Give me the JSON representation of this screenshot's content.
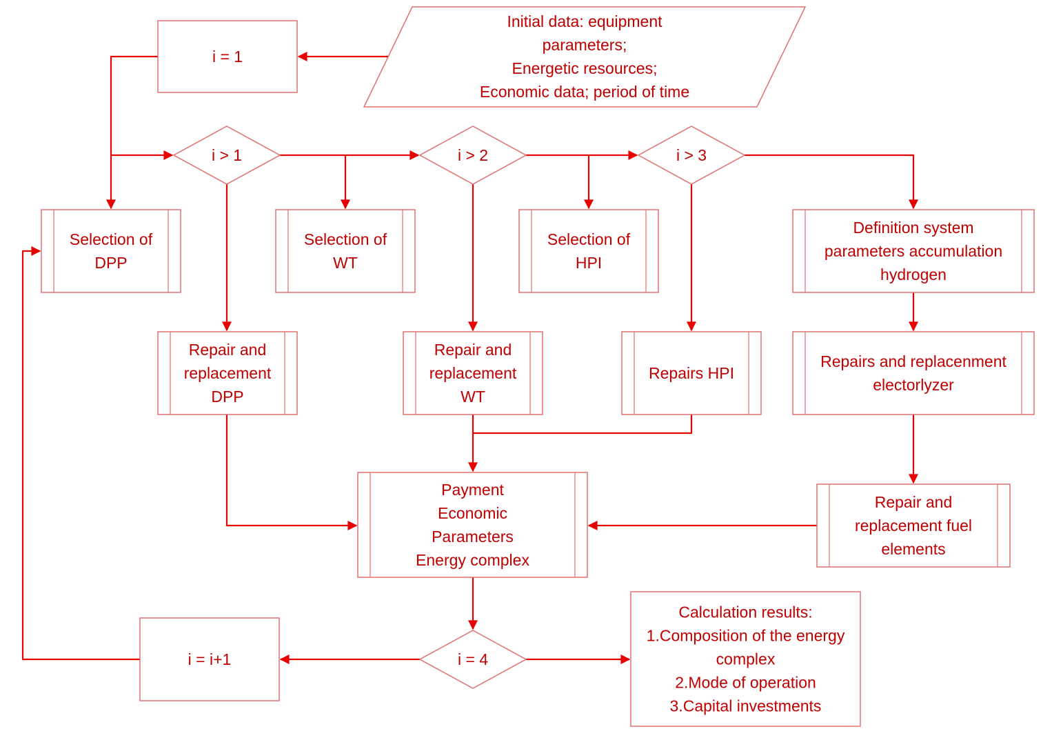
{
  "colors": {
    "shape_stroke": "#e07070",
    "arrow": "#e60000",
    "text": "#c00000",
    "background": "#ffffff"
  },
  "nodes": {
    "input": {
      "lines": [
        "Initial data: equipment",
        "parameters;",
        "Energetic resources;",
        "Economic data; period of time"
      ]
    },
    "init": {
      "lines": [
        "i = 1"
      ]
    },
    "d1": {
      "lines": [
        "i > 1"
      ]
    },
    "d2": {
      "lines": [
        "i > 2"
      ]
    },
    "d3": {
      "lines": [
        "i > 3"
      ]
    },
    "s_dpp": {
      "lines": [
        "Selection of",
        "DPP"
      ]
    },
    "s_wt": {
      "lines": [
        "Selection of",
        "WT"
      ]
    },
    "s_hpi": {
      "lines": [
        "Selection of",
        "HPI"
      ]
    },
    "def_h": {
      "lines": [
        "Definition system",
        "parameters accumulation",
        "hydrogen"
      ]
    },
    "r_dpp": {
      "lines": [
        "Repair and",
        "replacement",
        "DPP"
      ]
    },
    "r_wt": {
      "lines": [
        "Repair and",
        "replacement",
        "WT"
      ]
    },
    "r_hpi": {
      "lines": [
        "Repairs HPI"
      ]
    },
    "r_el": {
      "lines": [
        "Repairs and replacenment",
        "electorlyzer"
      ]
    },
    "r_fuel": {
      "lines": [
        "Repair and",
        "replacement fuel",
        "elements"
      ]
    },
    "pay": {
      "lines": [
        "Payment",
        "Economic",
        "Parameters",
        "Energy complex"
      ]
    },
    "d4": {
      "lines": [
        "i = 4"
      ]
    },
    "inc": {
      "lines": [
        "i = i+1"
      ]
    },
    "res": {
      "lines": [
        "Calculation results:",
        "1.Composition of the energy",
        "complex",
        "2.Mode of operation",
        "3.Capital investments"
      ]
    }
  }
}
